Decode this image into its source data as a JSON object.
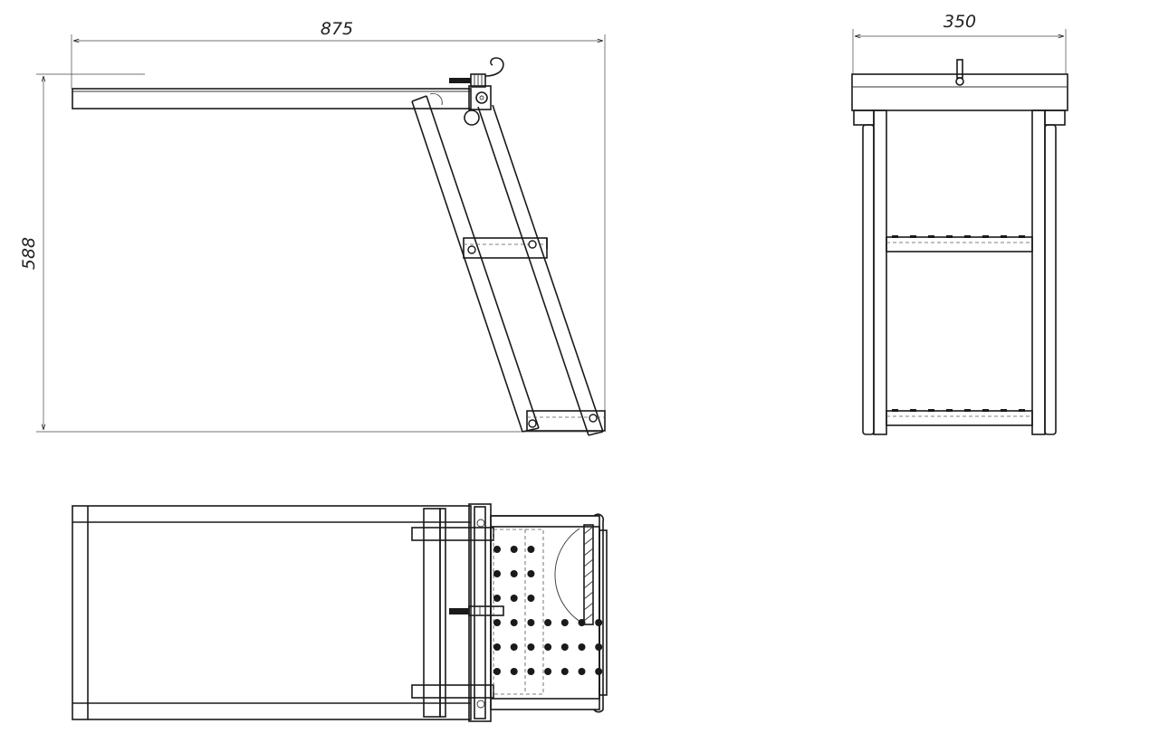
{
  "dimensions": {
    "side_width": "875",
    "side_height": "588",
    "front_width": "350"
  },
  "plan_holes": {
    "cols": 7,
    "rows": 6
  }
}
